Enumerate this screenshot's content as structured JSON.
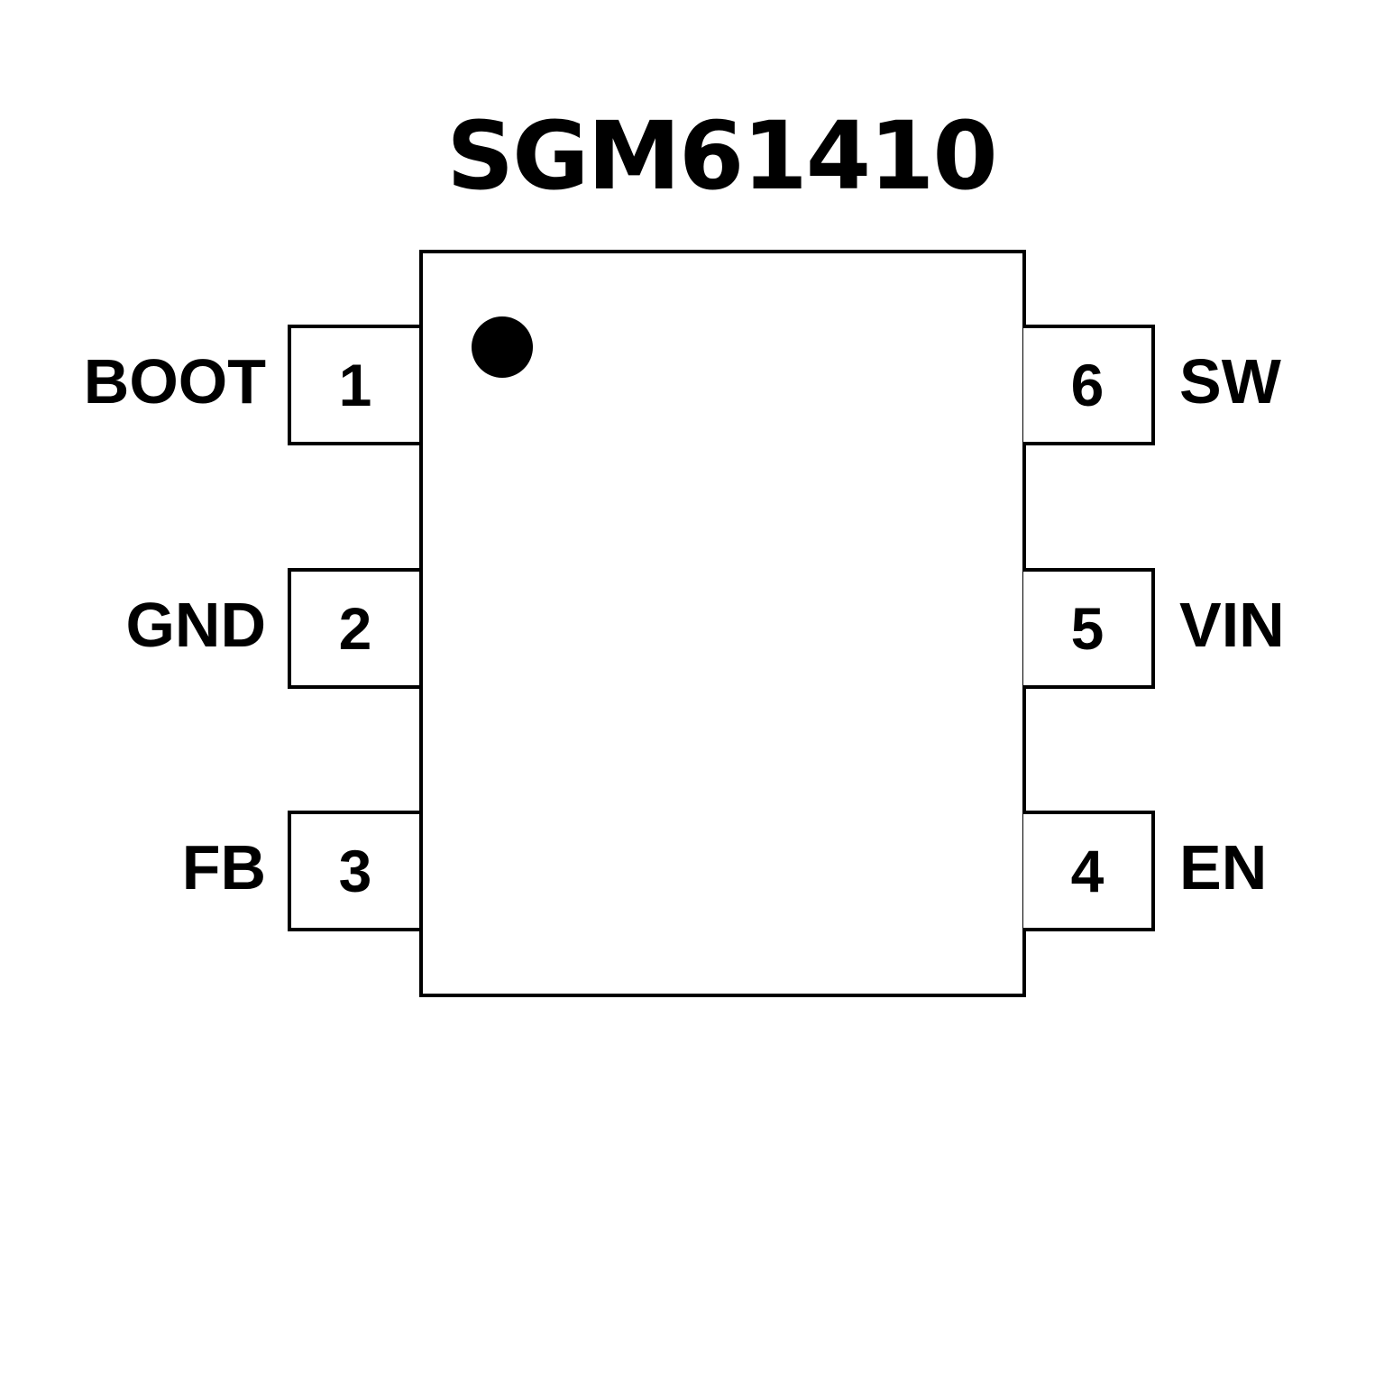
{
  "title": "SGM61410",
  "pins": {
    "left": [
      {
        "number": "1",
        "name": "BOOT"
      },
      {
        "number": "2",
        "name": "GND"
      },
      {
        "number": "3",
        "name": "FB"
      }
    ],
    "right": [
      {
        "number": "6",
        "name": "SW"
      },
      {
        "number": "5",
        "name": "VIN"
      },
      {
        "number": "4",
        "name": "EN"
      }
    ]
  }
}
